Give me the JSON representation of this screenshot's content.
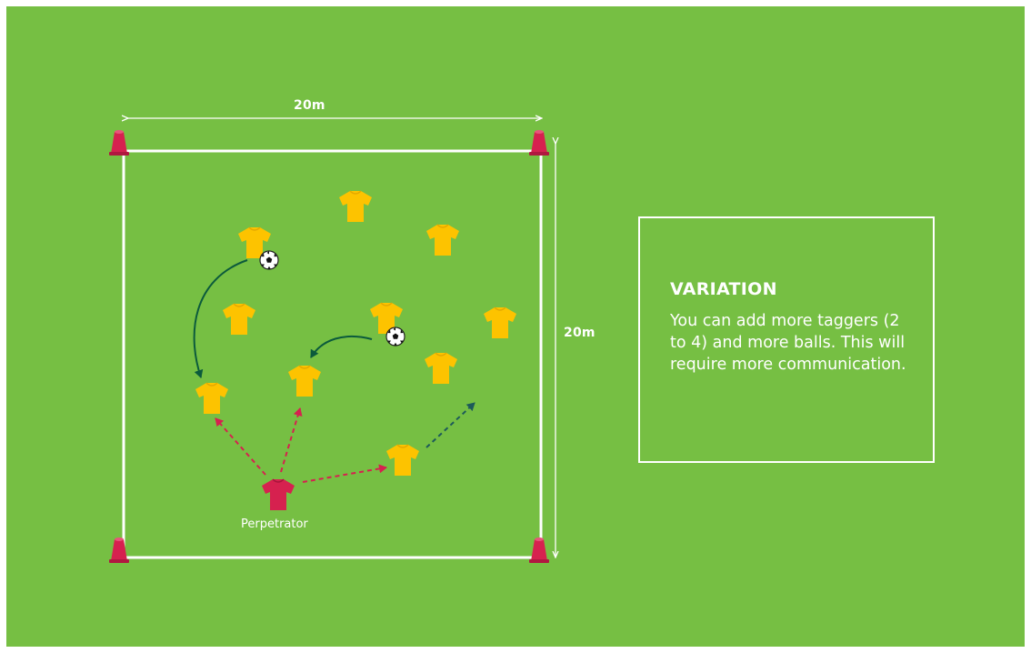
{
  "diagram": {
    "width_label": "20m",
    "height_label": "20m",
    "perpetrator_label": "Perpetrator"
  },
  "variation": {
    "title": "VARIATION",
    "text": "You can add more taggers (2 to 4) and more balls. This will require more communication."
  },
  "colors": {
    "grass": "#76bf43",
    "lines": "#ffffff",
    "cone": "#d6214f",
    "player_shirt": "#fdc300",
    "perpetrator_shirt": "#d6214f",
    "pass_arrow": "#0b5a3c",
    "tag_arrow": "#d6214f",
    "run_arrow": "#1d5a5a"
  },
  "icons": {
    "player": "shirt-icon",
    "tagger": "shirt-icon",
    "ball": "soccer-ball-icon",
    "marker": "cone-icon"
  }
}
